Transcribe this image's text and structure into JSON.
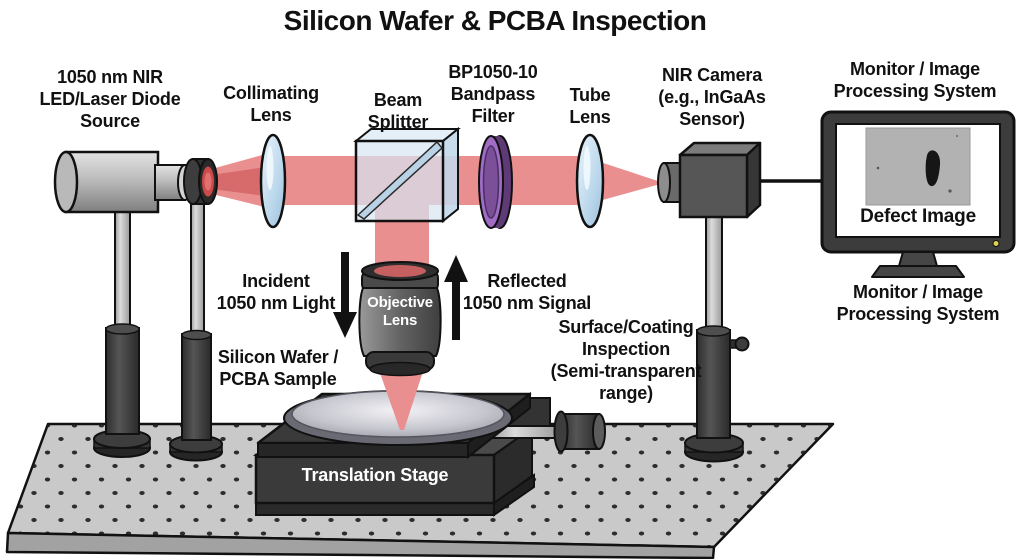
{
  "title": "Silicon Wafer & PCBA Inspection",
  "labels": {
    "source": "1050 nm NIR\nLED/Laser Diode\nSource",
    "collimating_lens": "Collimating\nLens",
    "beam_splitter": "Beam\nSplitter",
    "bandpass_filter": "BP1050-10\nBandpass\nFilter",
    "tube_lens": "Tube\nLens",
    "nir_camera": "NIR Camera\n(e.g., InGaAs\nSensor)",
    "monitor_top": "Monitor / Image\nProcessing System",
    "defect_image": "Defect Image",
    "monitor_bottom": "Monitor / Image\nProcessing System",
    "incident_light": "Incident\n1050 nm Light",
    "reflected_signal": "Reflected\n1050 nm Signal",
    "sample": "Silicon Wafer /\nPCBA Sample",
    "surface_inspection": "Surface/Coating\nInspection\n(Semi-transparent\nrange)",
    "objective_lens": "Objective\nLens",
    "translation_stage": "Translation Stage"
  },
  "colors": {
    "background": "#ffffff",
    "text": "#111111",
    "beam": "#ea8f8f",
    "beam_core": "#d26060",
    "beam_glow": "#cc4a4a",
    "lens_blue_light": "#e6f2fb",
    "lens_blue": "#a6c9e2",
    "cube_blue": "#d5e6f2",
    "filter_purple": "#a06cc4",
    "filter_purple_dark": "#7c4f99",
    "filter_rim": "#5e3b77",
    "metal_light": "#c8c8c8",
    "metal_mid": "#8f8f8f",
    "dark_gray": "#3d3d3d",
    "stage_dark": "#3a3a3a",
    "table_top": "#c9c9c9",
    "table_front": "#a2a2a2",
    "defect_bg": "#b2b2b2",
    "led_yellow": "#e0d24e"
  }
}
